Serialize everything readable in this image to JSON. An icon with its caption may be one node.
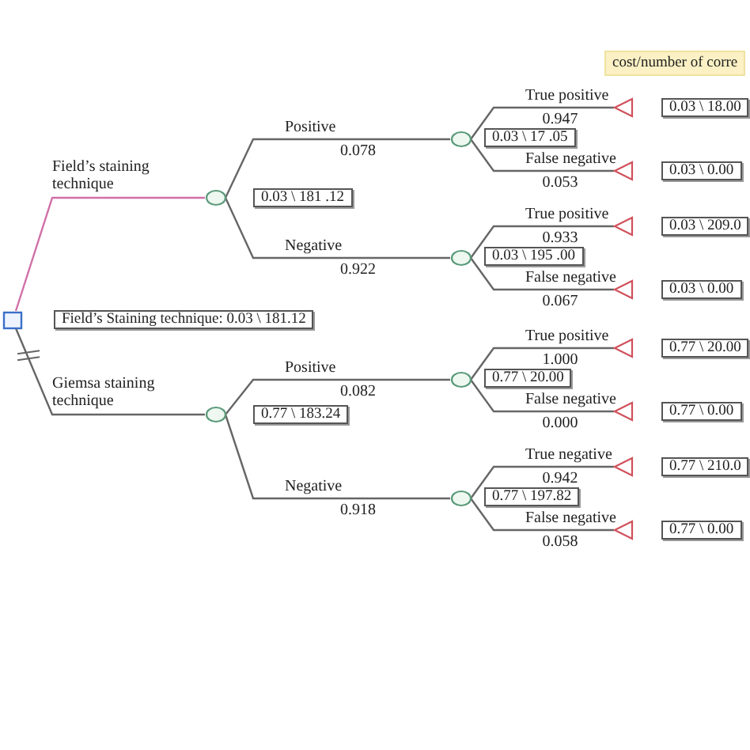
{
  "diagram": {
    "nodes": [
      {
        "text": [],
        "shape": "box",
        "beside": [
          "Field’s Staining technique: 0.03 \\ 181.12"
        ]
      },
      {
        "text": [],
        "shape": "circle",
        "beside": [
          "0.03 \\ 181 .12"
        ]
      },
      {
        "text": [],
        "shape": "circle",
        "beside": [
          "0.77 \\ 183.24"
        ]
      },
      {
        "text": [],
        "shape": "circle",
        "beside": [
          "0.03 \\ 17 .05"
        ]
      },
      {
        "text": [],
        "shape": "circle",
        "beside": [
          "0.03 \\ 195 .00"
        ]
      },
      {
        "text": [],
        "shape": "circle",
        "beside": [
          "0.77 \\ 20.00"
        ]
      },
      {
        "text": [],
        "shape": "circle",
        "beside": [
          "0.77 \\ 197.82"
        ]
      },
      {
        "text": [],
        "shape": "triangle",
        "beside": [
          "0.03 \\ 18.00"
        ]
      },
      {
        "text": [],
        "shape": "triangle",
        "beside": [
          "0.03 \\ 0.00"
        ]
      },
      {
        "text": [],
        "shape": "triangle",
        "beside": [
          "0.03 \\ 209.0"
        ]
      },
      {
        "text": [],
        "shape": "triangle",
        "beside": [
          "0.03 \\ 0.00"
        ]
      },
      {
        "text": [],
        "shape": "triangle",
        "beside": [
          "0.77 \\ 20.00"
        ]
      },
      {
        "text": [],
        "shape": "triangle",
        "beside": [
          "0.77 \\ 0.00"
        ]
      },
      {
        "text": [],
        "shape": "triangle",
        "beside": [
          "0.77 \\ 210.0"
        ]
      },
      {
        "text": [],
        "shape": "triangle",
        "beside": [
          "0.77 \\ 0.00"
        ]
      }
    ],
    "edges": [
      {
        "from": 0,
        "to": 1,
        "arrow": "none",
        "label": "Field’s staining technique",
        "color": "#d070a8"
      },
      {
        "from": 0,
        "to": 2,
        "arrow": "none",
        "label": "Giemsa staining technique"
      },
      {
        "from": 1,
        "to": 3,
        "arrow": "none",
        "label": "Positive"
      },
      {
        "from": 1,
        "to": 4,
        "arrow": "none",
        "label": "Negative"
      },
      {
        "from": 2,
        "to": 5,
        "arrow": "none",
        "label": "Positive"
      },
      {
        "from": 2,
        "to": 6,
        "arrow": "none",
        "label": "Negative"
      },
      {
        "from": 3,
        "to": 7,
        "arrow": "none",
        "label": "True positive"
      },
      {
        "from": 3,
        "to": 8,
        "arrow": "none",
        "label": "False negative"
      },
      {
        "from": 4,
        "to": 9,
        "arrow": "none",
        "label": "True positive"
      },
      {
        "from": 4,
        "to": 10,
        "arrow": "none",
        "label": "False negative"
      },
      {
        "from": 5,
        "to": 11,
        "arrow": "none",
        "label": "True positive"
      },
      {
        "from": 5,
        "to": 12,
        "arrow": "none",
        "label": "False negative"
      },
      {
        "from": 6,
        "to": 13,
        "arrow": "none",
        "label": "True negative"
      },
      {
        "from": 6,
        "to": 14,
        "arrow": "none",
        "label": "False negative"
      }
    ],
    "labels": [
      "cost/number of corre",
      "0.078",
      "0.922",
      "0.082",
      "0.918",
      "0.947",
      "0.053",
      "0.933",
      "0.067",
      "1.000",
      "0.000",
      "0.942",
      "0.058"
    ]
  }
}
